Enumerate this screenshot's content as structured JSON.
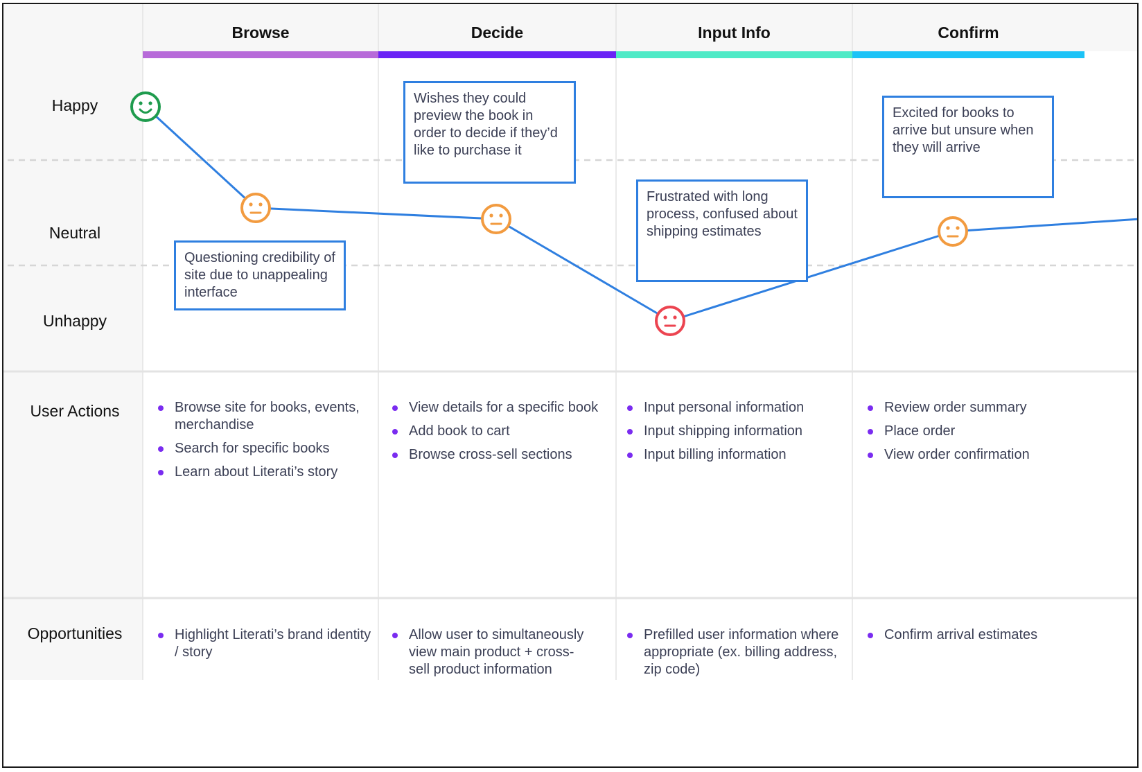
{
  "stages": [
    {
      "name": "Browse",
      "color": "#b76ad9"
    },
    {
      "name": "Decide",
      "color": "#6a22f5"
    },
    {
      "name": "Input Info",
      "color": "#4eeac6"
    },
    {
      "name": "Confirm",
      "color": "#1cc3f7"
    }
  ],
  "emotion_levels": [
    "Happy",
    "Neutral",
    "Unhappy"
  ],
  "row_labels": {
    "user_actions": "User Actions",
    "opportunities": "Opportunities"
  },
  "chart_data": {
    "type": "line",
    "x_categories": [
      "Browse",
      "Decide",
      "Input Info",
      "Confirm"
    ],
    "y_levels": [
      "Unhappy",
      "Neutral",
      "Happy"
    ],
    "points": [
      {
        "stage": "Browse",
        "emotion": "Happy",
        "icon": "happy-face-icon",
        "color": "#1e9b4d"
      },
      {
        "stage": "Browse",
        "emotion": "Neutral",
        "icon": "neutral-face-icon",
        "color": "#f29b40"
      },
      {
        "stage": "Decide",
        "emotion": "Neutral",
        "icon": "neutral-face-icon",
        "color": "#f29b40"
      },
      {
        "stage": "Input Info",
        "emotion": "Unhappy",
        "icon": "unhappy-face-icon",
        "color": "#ec4450"
      },
      {
        "stage": "Confirm",
        "emotion": "Neutral",
        "icon": "neutral-face-icon",
        "color": "#f29b40"
      }
    ],
    "line_color": "#2f7fe0",
    "annotations": [
      "Questioning credibility of site due to unappealing interface",
      "Wishes they could preview the book in order to decide if they’d like to purchase it",
      "Frustrated with long process, confused about shipping estimates",
      "Excited for books to arrive but unsure when they will arrive"
    ]
  },
  "user_actions": [
    [
      "Browse site for books, events, merchandise",
      "Search for specific books",
      "Learn about Literati’s story"
    ],
    [
      "View details for a specific book",
      "Add book to cart",
      "Browse cross-sell sections"
    ],
    [
      "Input personal information",
      "Input shipping information",
      "Input billing information"
    ],
    [
      "Review order summary",
      "Place order",
      "View order confirmation"
    ]
  ],
  "opportunities": [
    [
      "Highlight Literati’s brand identity / story"
    ],
    [
      "Allow user to simultaneously view main product + cross-sell product information"
    ],
    [
      "Prefilled user information where appropriate (ex. billing address, zip code)"
    ],
    [
      "Confirm arrival estimates"
    ]
  ],
  "colors": {
    "bullet": "#7a2cf0",
    "label_column_bg": "#f7f7f7",
    "grid": "#e3e3e3",
    "dashed": "#d6d6d6"
  }
}
